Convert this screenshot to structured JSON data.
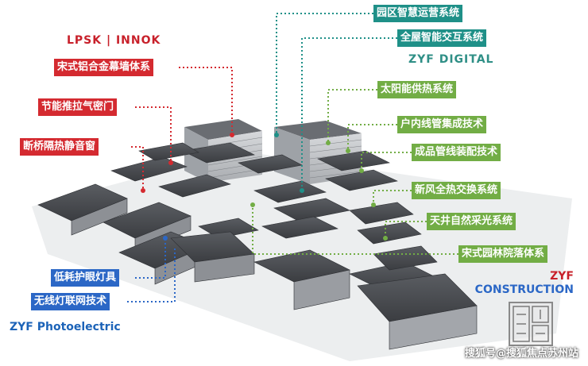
{
  "brands": {
    "lpsk": "LPSK | INNOK",
    "zyf_digital": "ZYF DIGITAL",
    "zyf_photoelectric": "ZYF Photoelectric",
    "zyf_construction_line1": "ZYF",
    "zyf_construction_line2": "CONSTRUCTION"
  },
  "left_tags": [
    {
      "label": "宋式铝合金幕墙体系",
      "color": "red"
    },
    {
      "label": "节能推拉气密门",
      "color": "red"
    },
    {
      "label": "断桥隔热静音窗",
      "color": "red"
    },
    {
      "label": "低耗护眼灯具",
      "color": "blue"
    },
    {
      "label": "无线灯联网技术",
      "color": "blue"
    }
  ],
  "right_tags": [
    {
      "label": "园区智慧运营系统",
      "color": "teal"
    },
    {
      "label": "全屋智能交互系统",
      "color": "teal"
    },
    {
      "label": "太阳能供热系统",
      "color": "green"
    },
    {
      "label": "户内线管集成技术",
      "color": "green"
    },
    {
      "label": "成品管线装配技术",
      "color": "green"
    },
    {
      "label": "新风全热交换系统",
      "color": "green"
    },
    {
      "label": "天井自然采光系统",
      "color": "green"
    },
    {
      "label": "宋式园林院落体系",
      "color": "green"
    }
  ],
  "seal_text": "",
  "watermark": "搜狐号@搜狐焦点苏州站",
  "colors": {
    "red": "#d42a30",
    "teal": "#1f9088",
    "green": "#72ad45",
    "blue": "#2b67c6"
  }
}
